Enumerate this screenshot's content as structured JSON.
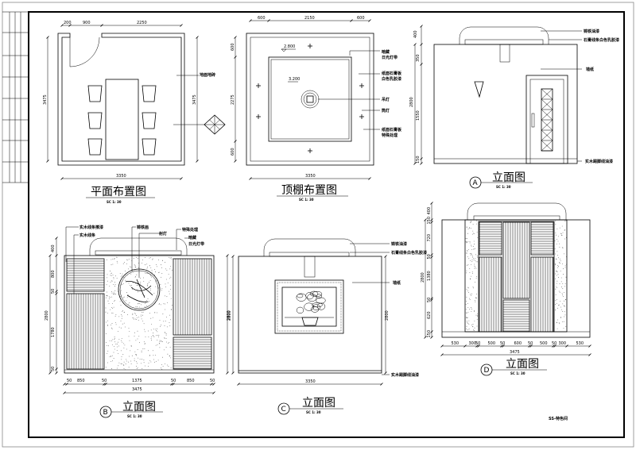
{
  "drawing": {
    "sheet_label": "SS-特色间",
    "plan": {
      "title": "平面布置图",
      "scale": "SC 1: 30",
      "dims_top": [
        "200",
        "900",
        "2250"
      ],
      "dim_left": "3475",
      "dim_right": "3475",
      "dim_bottom": "3350",
      "label_floor": "地面地砖"
    },
    "ceiling": {
      "title": "顶棚布置图",
      "scale": "SC 1: 30",
      "dims_top": [
        "600",
        "2150",
        "600"
      ],
      "dims_left": [
        "600",
        "2275",
        "600"
      ],
      "dim_bottom": "3350",
      "level_1": "2.800",
      "level_2": "3.200",
      "labels": [
        "暗藏",
        "日光灯带",
        "纸面石膏板",
        "白色乳胶漆",
        "吊灯",
        "筒灯",
        "纸面石膏板",
        "特殊处理"
      ]
    },
    "elev_a": {
      "mark": "A",
      "title": "立面图",
      "scale": "SC 1: 30",
      "dims_left": [
        "400",
        "350",
        "1550",
        "2800",
        "150"
      ],
      "labels": [
        "铸铁油漆",
        "石膏线条白色乳胶漆",
        "墙纸",
        "实木踢脚线油漆"
      ]
    },
    "elev_b": {
      "mark": "B",
      "title": "立面图",
      "scale": "SC 1: 30",
      "dims_left": [
        "400",
        "800",
        "50",
        "1780",
        "50",
        "2800"
      ],
      "dims_bottom": [
        "50",
        "850",
        "50",
        "1375",
        "50",
        "850",
        "50"
      ],
      "dim_total": "3475",
      "dim_right": "2800",
      "labels": [
        "实木线条擦漆",
        "实木线条",
        "铸铁画",
        "射灯",
        "特殊处理",
        "暗藏",
        "日光灯带"
      ]
    },
    "elev_c": {
      "mark": "C",
      "title": "立面图",
      "scale": "SC 1: 30",
      "dim_left": "2800",
      "dim_right": "2800",
      "dim_bottom": "3350",
      "labels": [
        "铸铁油漆",
        "石膏线条白色乳胶漆",
        "墙纸",
        "实木踢脚线油漆"
      ]
    },
    "elev_d": {
      "mark": "D",
      "title": "立面图",
      "scale": "SC 1: 30",
      "dims_left": [
        "400",
        "150",
        "720",
        "50",
        "1380",
        "50",
        "620",
        "150",
        "2800"
      ],
      "dims_bottom": [
        "530",
        "300",
        "50",
        "500",
        "50",
        "600",
        "50",
        "500",
        "50",
        "300",
        "530"
      ],
      "dim_total": "3475"
    }
  }
}
